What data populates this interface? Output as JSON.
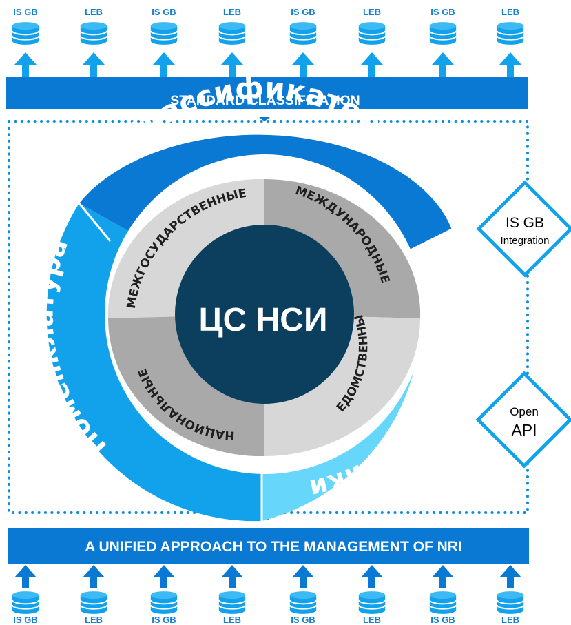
{
  "top_sources": [
    "IS GB",
    "LEB",
    "IS GB",
    "LEB",
    "IS GB",
    "LEB",
    "IS GB",
    "LEB"
  ],
  "bottom_sources": [
    "IS GB",
    "LEB",
    "IS GB",
    "LEB",
    "IS GB",
    "LEB",
    "IS GB",
    "LEB"
  ],
  "top_bar": {
    "label": "STANDARD CLASSIFICATION"
  },
  "bottom_bar": {
    "label": "A UNIFIED APPROACH TO THE MANAGEMENT OF NRI"
  },
  "outer_ring": {
    "top": "Классификаторы",
    "left": "Номенклатура",
    "right": "Справочники"
  },
  "inner_segments": {
    "top_left": "МЕЖГОСУДАРСТВЕННЫЕ",
    "top_right": "МЕЖДУНАРОДНЫЕ",
    "bottom_left": "НАЦИОНАЛЬНЫЕ",
    "bottom_right": "ВЕДОМСТВЕННЫЕ"
  },
  "center": {
    "label": "ЦС НСИ"
  },
  "diamonds": {
    "integration": {
      "line1": "IS GB",
      "line2": "Integration"
    },
    "api": {
      "line1": "Open",
      "line2": "API"
    }
  },
  "colors": {
    "blue_dark": "#0a79d4",
    "blue_mid": "#12a2ec",
    "blue_light": "#66d7fb",
    "navy": "#0c3f5e",
    "seg_gray": "#a9a9a9",
    "seg_light": "#d7d7d7",
    "db_label": "#1481cf"
  },
  "icons": {
    "database": "database-icon",
    "arrow": "arrow-up-icon"
  }
}
